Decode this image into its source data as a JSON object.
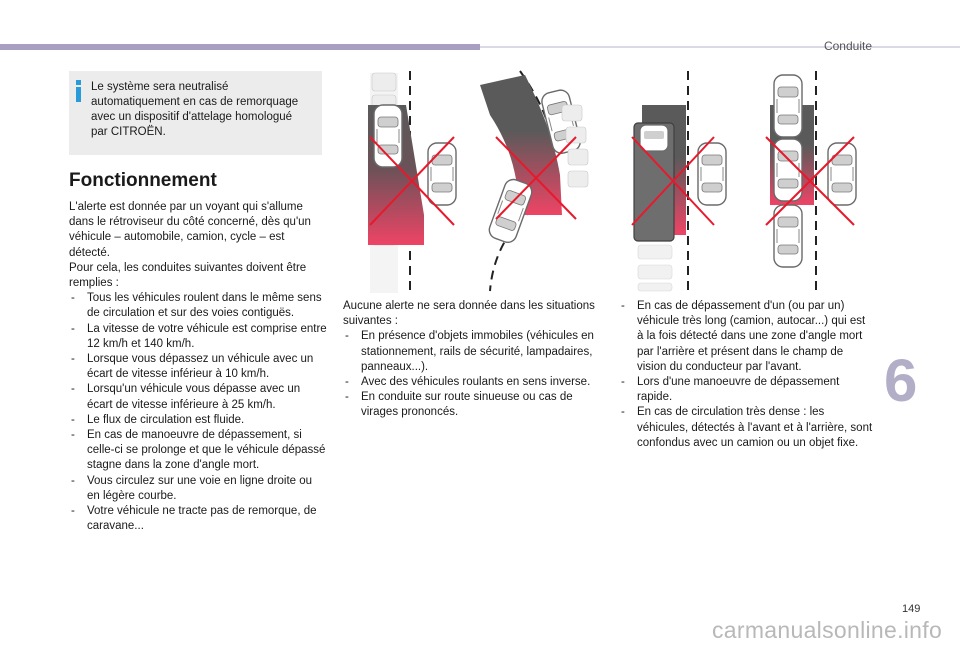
{
  "header": {
    "section": "Conduite"
  },
  "info": {
    "icon": "info-icon",
    "text": "Le système sera neutralisé automatiquement en cas de remorquage avec un dispositif d'attelage homologué par CITROËN."
  },
  "heading": "Fonctionnement",
  "col1": {
    "intro1": "L'alerte est donnée par un voyant qui s'allume dans le rétroviseur du côté concerné, dès qu'un véhicule – automobile, camion, cycle – est détecté.",
    "intro2": "Pour cela, les conduites suivantes doivent être remplies :",
    "items": [
      "Tous les véhicules roulent dans le même sens de circulation et sur des voies contiguës.",
      "La vitesse de votre véhicule est comprise entre 12 km/h et 140 km/h.",
      "Lorsque vous dépassez un véhicule avec un écart de vitesse inférieur à 10 km/h.",
      "Lorsqu'un véhicule vous dépasse avec un écart de vitesse inférieure à 25 km/h.",
      "Le flux de circulation est fluide.",
      "En cas de manoeuvre de dépassement, si celle-ci se prolonge et que le véhicule dépassé stagne dans la zone d'angle mort.",
      "Vous circulez sur une voie en ligne droite ou en légère courbe.",
      "Votre véhicule ne tracte pas de remorque, de caravane..."
    ]
  },
  "col2": {
    "intro": "Aucune alerte ne sera donnée dans les situations suivantes :",
    "items": [
      "En présence d'objets immobiles (véhicules en stationnement, rails de sécurité, lampadaires, panneaux...).",
      "Avec des véhicules roulants en sens inverse.",
      "En conduite sur route sinueuse ou cas de virages prononcés."
    ]
  },
  "col3": {
    "items": [
      "En cas de dépassement d'un (ou par un) véhicule très long (camion, autocar...) qui est à la fois détecté dans une zone d'angle mort par l'arrière et présent dans le champ de vision du conducteur par l'avant.",
      "Lors d'une manoeuvre de dépassement rapide.",
      "En cas de circulation très dense : les véhicules, détectés à l'avant et à l'arrière, sont confondus avec un camion ou un objet fixe."
    ]
  },
  "chapter": "6",
  "page_number": "149",
  "watermark": "carmanualsonline.info",
  "colors": {
    "accent": "#a99fc0",
    "info": "#2a9bd8",
    "zone": "#e84a6a",
    "cross": "#e8192c"
  }
}
